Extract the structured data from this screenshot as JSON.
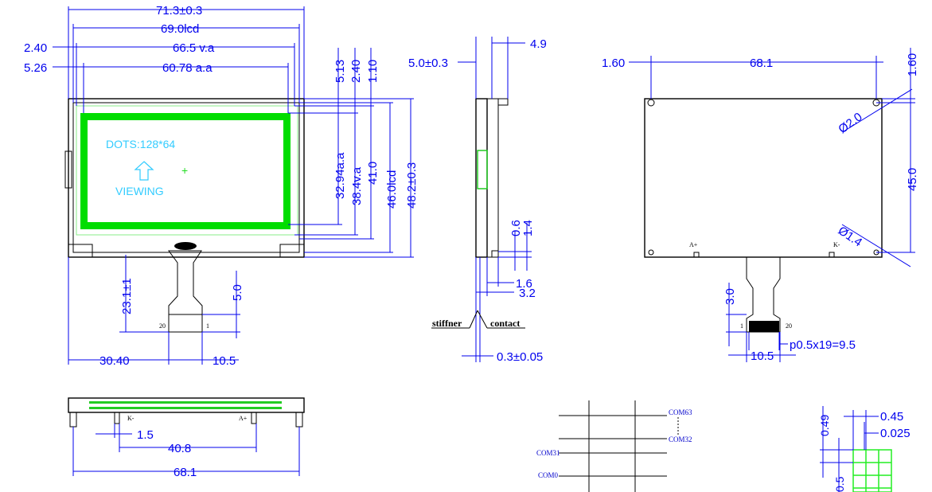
{
  "front_view": {
    "dims": {
      "overall_width": "71.3±0.3",
      "lcd_width": "69.0lcd",
      "va_offset": "2.40",
      "va_width": "66.5 v.a",
      "aa_offset": "5.26",
      "aa_width": "60.78 a.a",
      "aa_top": "5.13",
      "va_top": "2.40",
      "lcd_top": "1.10",
      "aa_height": "32.94a.a",
      "va_height": "38.4v.a",
      "height_41": "41.0",
      "lcd_height": "46.0lcd",
      "overall_height": "48.2±0.3",
      "fpc_length": "23.1±1",
      "fpc_tab": "5.0",
      "fpc_pos": "30.40",
      "fpc_width": "10.5"
    },
    "screen_text": {
      "dots": "DOTS:128*64",
      "viewing": "VIEWING",
      "plus": "+"
    },
    "pin_left": "20",
    "pin_right": "1"
  },
  "side_view": {
    "dims": {
      "thickness": "5.0±0.3",
      "pin_len": "4.9",
      "d06": "0.6",
      "d14": "1.4",
      "d16": "1.6",
      "d32": "3.2",
      "d03": "0.3±0.05"
    },
    "labels": {
      "stiffner": "stiffner",
      "contact": "contact"
    }
  },
  "rear_view": {
    "dims": {
      "hole_offset_x": "1.60",
      "hole_pitch_x": "68.1",
      "hole_offset_y": "1.60",
      "hole_pitch_y": "45.0",
      "hole_dia_top": "Ø2.0",
      "hole_dia_bottom": "Ø1.4",
      "fpc_tab": "3.0",
      "pitch": "p0.5x19=9.5",
      "fpc_width": "10.5"
    },
    "labels": {
      "a_plus": "A+",
      "k_minus": "K-"
    },
    "pin_left": "1",
    "pin_right": "20"
  },
  "bottom_view": {
    "dims": {
      "d15": "1.5",
      "d408": "40.8",
      "d681": "68.1"
    },
    "labels": {
      "k_minus": "K-",
      "a_plus": "A+"
    }
  },
  "com_diagram": {
    "labels": {
      "com63": "COM63",
      "com32": "COM32",
      "com31": "COM31",
      "com0": "COM0"
    }
  },
  "dot_detail": {
    "dims": {
      "d049": "0.49",
      "d045": "0.45",
      "d0025": "0.025",
      "d05": "0.5"
    }
  },
  "colors": {
    "dimension": "#0000ee",
    "outline": "#000000",
    "pixel": "#00dd00",
    "screen_text": "#33ccff"
  }
}
